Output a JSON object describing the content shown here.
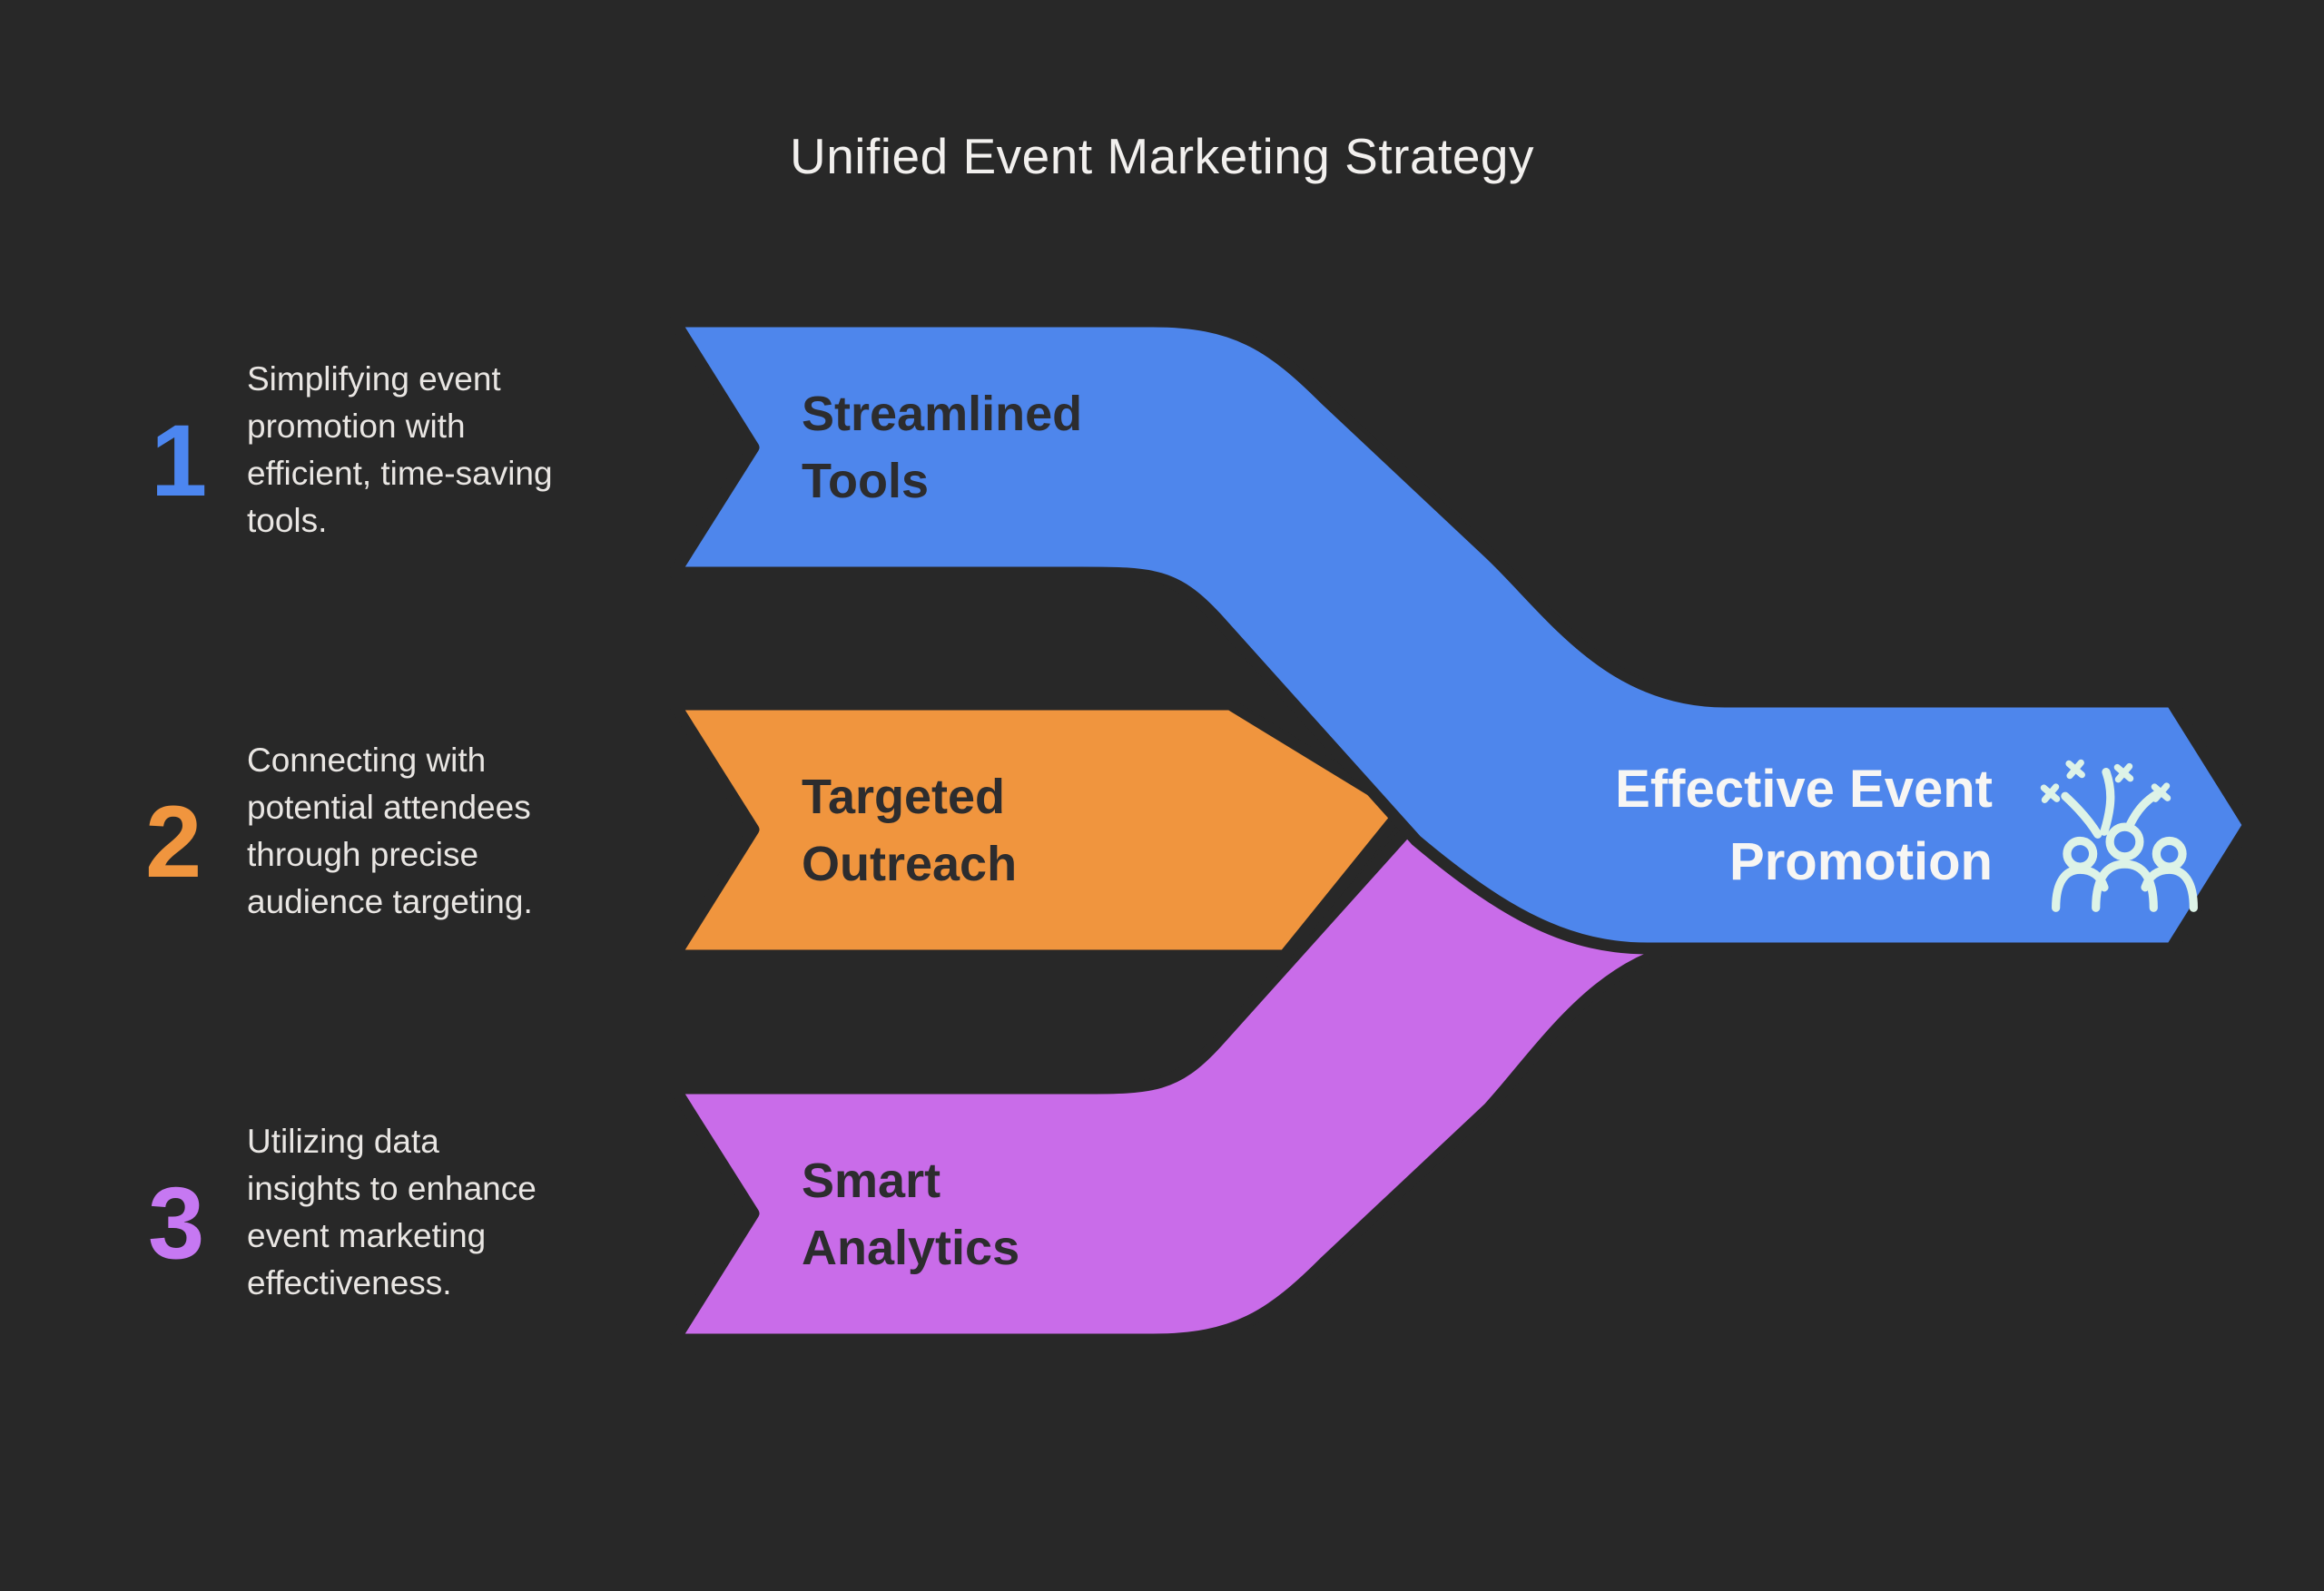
{
  "title": "Unified Event Marketing Strategy",
  "steps": [
    {
      "number": "1",
      "description": "Simplifying event\npromotion with\nefficient, time-saving\ntools.",
      "label": "Streamlined\nTools",
      "color": "#4c86f0"
    },
    {
      "number": "2",
      "description": "Connecting with\npotential attendees\nthrough precise\naudience targeting.",
      "label": "Targeted\nOutreach",
      "color": "#f0953e"
    },
    {
      "number": "3",
      "description": "Utilizing data\ninsights to enhance\nevent marketing\neffectiveness.",
      "label": "Smart\nAnalytics",
      "color": "#c96ce9"
    }
  ],
  "result": {
    "label": "Effective Event\nPromotion",
    "icon": "crowd-celebration"
  },
  "colors": {
    "background": "#282828",
    "ribbon_blue": "#4e86ec",
    "ribbon_orange": "#f0953e",
    "ribbon_purple": "#c96ce9",
    "banner_text": "#2c2c2e",
    "title_text": "#f2f0ee",
    "description_text": "#e9e6e3",
    "icon": "#ddf3e7"
  }
}
